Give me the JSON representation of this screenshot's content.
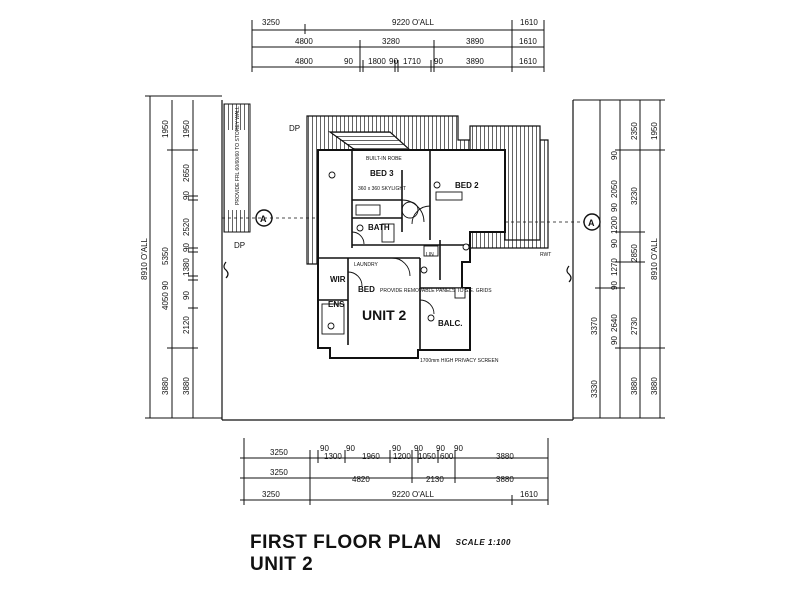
{
  "title": "FIRST FLOOR PLAN",
  "subtitle": "UNIT 2",
  "scale": "SCALE 1:100",
  "top_dims": {
    "row1": [
      "3250",
      "9220 O'ALL",
      "1610"
    ],
    "row2": [
      "4800",
      "3280",
      "3890",
      "1610"
    ],
    "row3": [
      "4800",
      "90",
      "1800",
      "90",
      "1710",
      "90",
      "3890",
      "1610"
    ]
  },
  "bottom_dims": {
    "row1": [
      "3250",
      "90",
      "1300",
      "90",
      "1960",
      "90",
      "1200",
      "90",
      "1050",
      "90",
      "600",
      "90",
      "3880"
    ],
    "row2": [
      "3250",
      "4820",
      "2130",
      "3880"
    ],
    "row3": [
      "3250",
      "9220 O'ALL",
      "1610"
    ]
  },
  "left_dims": {
    "outer": "8910 O'ALL",
    "mid": [
      "1950",
      "5350",
      "3880"
    ],
    "inner": [
      "1950",
      "2650",
      "90",
      "2520",
      "90",
      "1380",
      "90",
      "4050",
      "90",
      "2120",
      "3880"
    ]
  },
  "right_dims": {
    "outer": "8910 O'ALL",
    "mid": [
      "1950",
      "3230",
      "2850",
      "3880"
    ],
    "inner": [
      "2350",
      "90",
      "2050",
      "90",
      "1200",
      "90",
      "1270",
      "90",
      "3370",
      "90",
      "2640",
      "3330"
    ],
    "extra": [
      "2730",
      "3880"
    ]
  },
  "rooms": {
    "bed3": "BED 3",
    "bed2": "BED 2",
    "bath": "BATH",
    "bed": "BED",
    "ens": "ENS",
    "wir": "WIR",
    "balc": "BALC.",
    "unit2": "UNIT 2",
    "lin": "LIN"
  },
  "markers": {
    "section_a": "A",
    "dp": "DP",
    "rwt": "RWT"
  },
  "notes": {
    "fire_wall": "PROVIDE FRL 60/60/60 TO STOREY WALL",
    "robe": "BUILT-IN ROBE",
    "privacy": "PROVIDE REMOVABLE PANELS TO S.E. GRIDS",
    "screen": "1700mm HIGH PRIVACY SCREEN",
    "window": "360 x 360 SKYLIGHT",
    "laundry": "LAUNDRY"
  }
}
